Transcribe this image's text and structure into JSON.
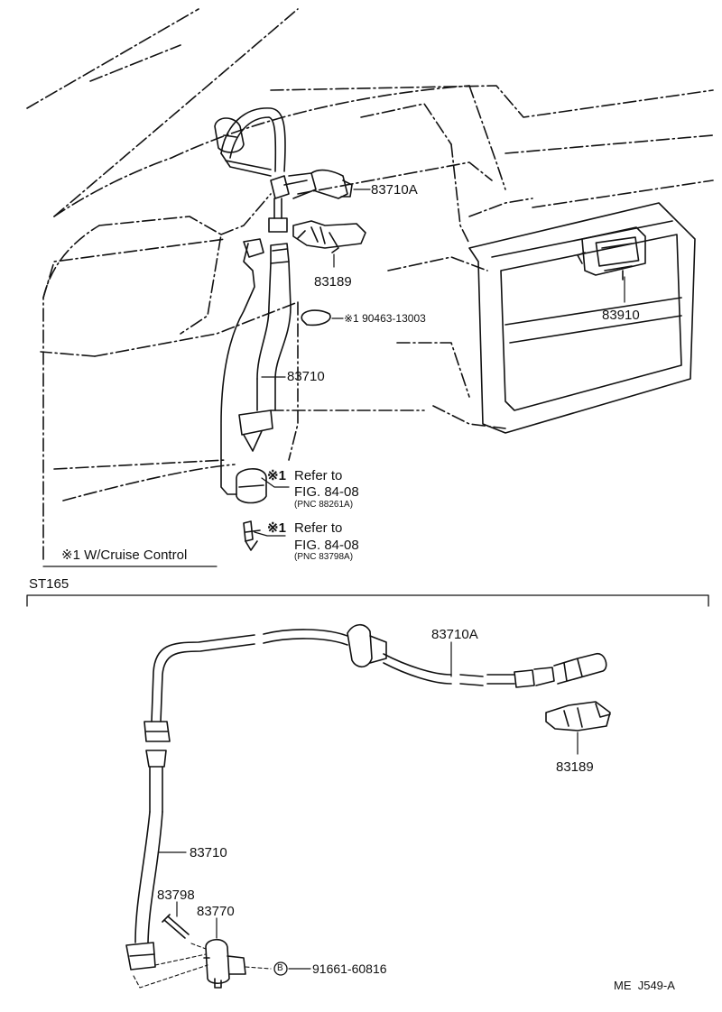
{
  "upper": {
    "part_83710A": "83710A",
    "part_83189": "83189",
    "clip_note": "※1 90463-13003",
    "part_83910": "83910",
    "part_83710": "83710",
    "ref1_mark": "※1",
    "ref1_text": "Refer to",
    "ref1_fig": "FIG. 84-08",
    "ref1_pnc": "(PNC 88261A)",
    "ref2_mark": "※1",
    "ref2_text": "Refer to",
    "ref2_fig": "FIG. 84-08",
    "ref2_pnc": "(PNC 83798A)",
    "footnote": "※1 W/Cruise Control"
  },
  "section_label": "ST165",
  "lower": {
    "part_83710A": "83710A",
    "part_83189": "83189",
    "part_83710": "83710",
    "part_83798": "83798",
    "part_83770": "83770",
    "bolt_mark": "B",
    "bolt_part": "91661-60816"
  },
  "page_code": "ME  J549-A",
  "colors": {
    "ink": "#111111",
    "paper": "#ffffff"
  }
}
